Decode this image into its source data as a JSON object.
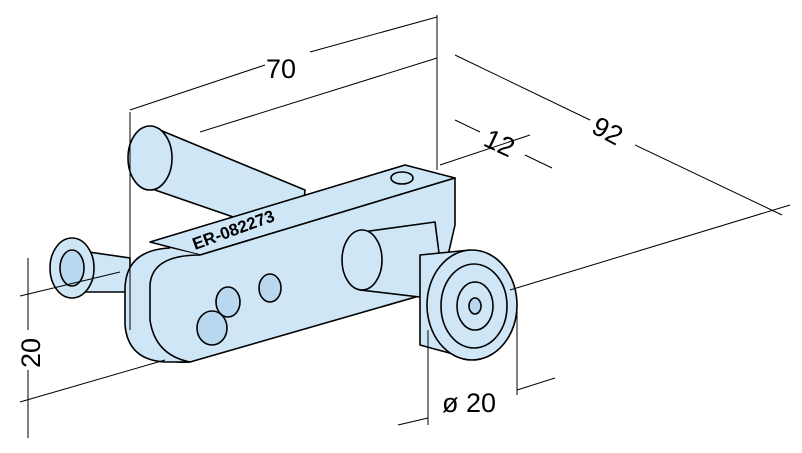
{
  "drawing": {
    "part_label": "ER-082273",
    "fill_color": "#cfe6f7",
    "dimensions": {
      "length": "70",
      "overall_length": "92",
      "offset": "12",
      "height": "20",
      "diameter": "ø 20"
    }
  }
}
